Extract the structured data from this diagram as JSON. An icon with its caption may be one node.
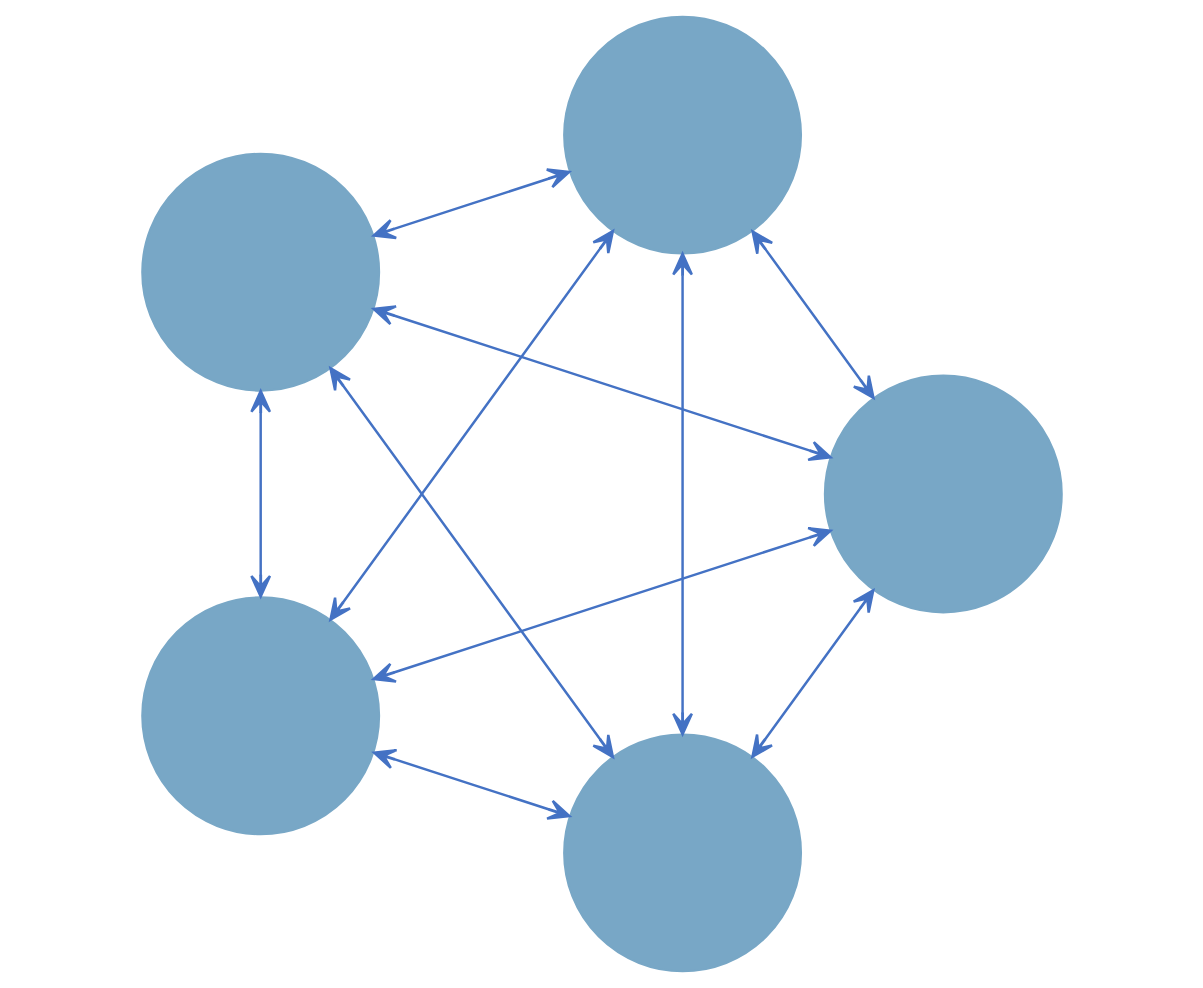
{
  "diagram": {
    "nodes": [
      {
        "text": [],
        "shape": "circle"
      },
      {
        "text": [],
        "shape": "circle"
      },
      {
        "text": [],
        "shape": "circle"
      },
      {
        "text": [],
        "shape": "circle"
      },
      {
        "text": [],
        "shape": "circle"
      }
    ],
    "edges": [
      {
        "from": 0,
        "to": 1,
        "arrow": "both"
      },
      {
        "from": 0,
        "to": 2,
        "arrow": "both"
      },
      {
        "from": 0,
        "to": 3,
        "arrow": "both"
      },
      {
        "from": 0,
        "to": 4,
        "arrow": "both"
      },
      {
        "from": 1,
        "to": 2,
        "arrow": "both"
      },
      {
        "from": 1,
        "to": 3,
        "arrow": "both"
      },
      {
        "from": 1,
        "to": 4,
        "arrow": "both"
      },
      {
        "from": 2,
        "to": 3,
        "arrow": "both"
      },
      {
        "from": 2,
        "to": 4,
        "arrow": "both"
      },
      {
        "from": 3,
        "to": 4,
        "arrow": "both"
      }
    ]
  }
}
